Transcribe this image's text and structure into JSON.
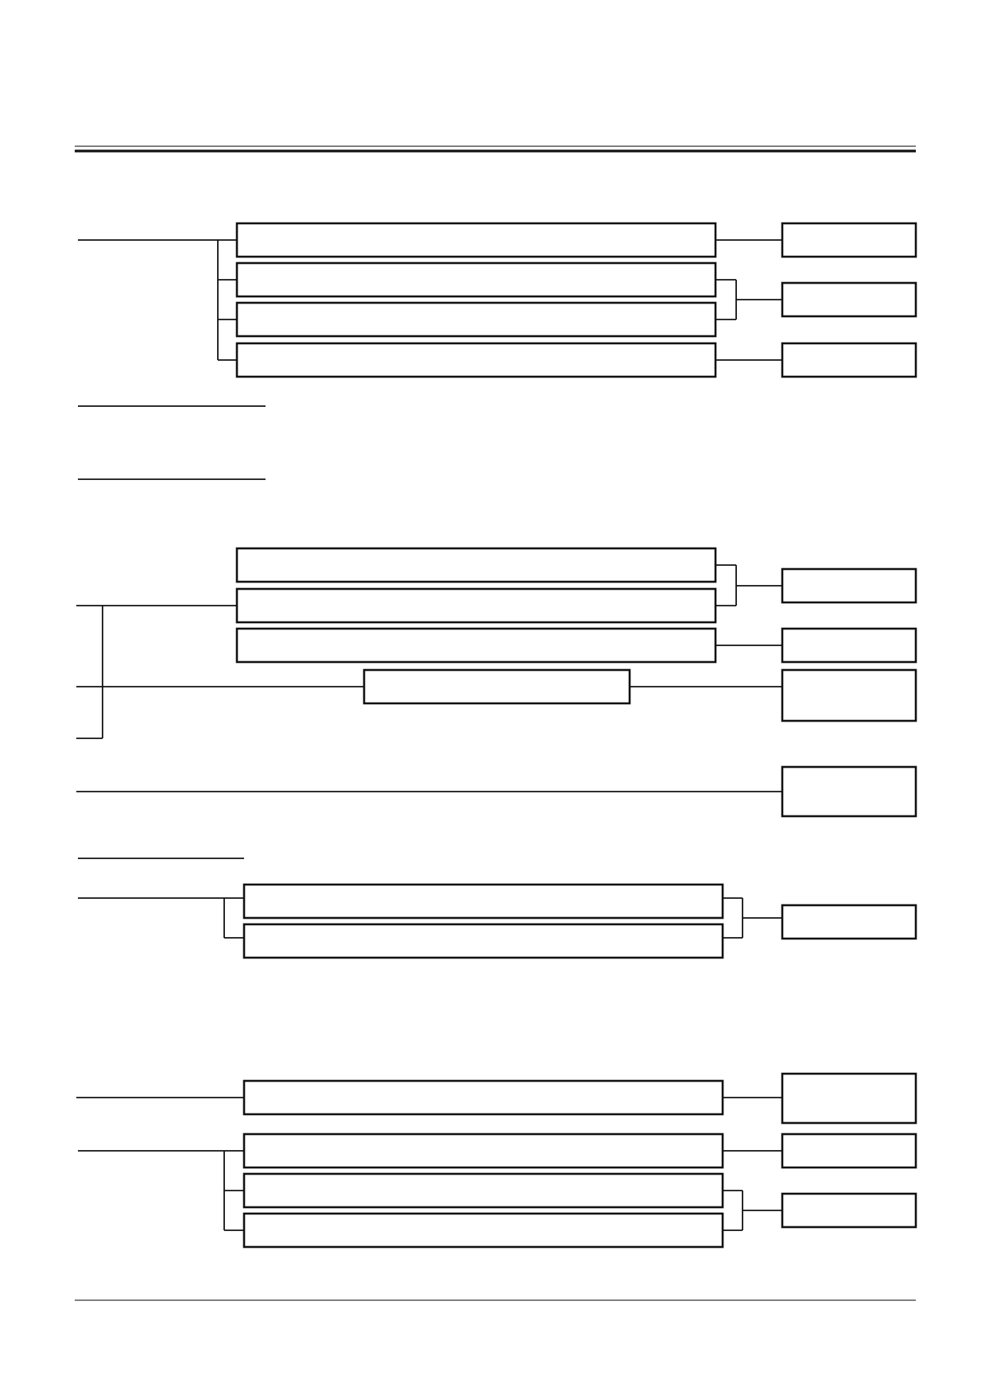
{
  "document": {
    "kind": "blank flowchart template",
    "text": []
  },
  "sections": [
    {
      "id": "section-1",
      "label": "",
      "middle_boxes": [
        "",
        "",
        "",
        ""
      ],
      "result_boxes": [
        "",
        "",
        ""
      ]
    },
    {
      "id": "section-2",
      "label": "",
      "middle_boxes": [
        "",
        "",
        "",
        ""
      ],
      "result_boxes": [
        "",
        "",
        "",
        ""
      ]
    },
    {
      "id": "section-3",
      "label": "",
      "middle_boxes": [
        "",
        ""
      ],
      "result_boxes": [
        ""
      ]
    },
    {
      "id": "section-4",
      "label": "",
      "middle_boxes": [
        "",
        "",
        "",
        ""
      ],
      "result_boxes": [
        "",
        "",
        ""
      ]
    }
  ]
}
